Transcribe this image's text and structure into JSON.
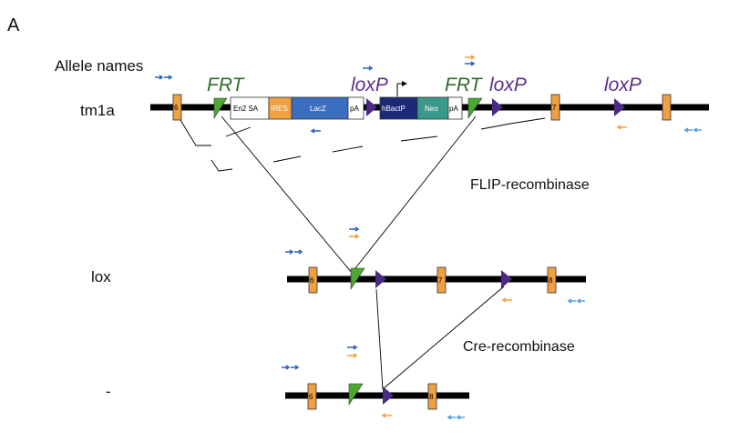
{
  "panel_label": "A",
  "allele_names_heading": "Allele names",
  "alleles": {
    "tm1a": "tm1a",
    "lox": "lox",
    "null": "-"
  },
  "site_labels": {
    "frt_1": "FRT",
    "loxp_1": "loxP",
    "frt_2": "FRT",
    "loxp_2": "loxP",
    "loxp_3": "loxP"
  },
  "cassette": {
    "en2_sa": "En2 SA",
    "ires": "IRES",
    "lacz": "LacZ",
    "pa_1": "pA",
    "hbactp": "hBactP",
    "neo": "Neo",
    "pa_2": "pA"
  },
  "exons": {
    "tm1a_e6": "6",
    "tm1a_e7": "7",
    "lox_e6": "6",
    "lox_e7": "7",
    "lox_e8": "8",
    "null_e6": "6",
    "null_e8": "8"
  },
  "recombinases": {
    "flip": "FLIP-recombinase",
    "cre": "Cre-recombinase"
  },
  "colors": {
    "exon": "#F0A040",
    "frt": "#4DA832",
    "loxp": "#4B2A85",
    "frt_text": "#2F6B2A",
    "loxp_text": "#5A2D8A",
    "lacz": "#3C6EBF",
    "ires": "#F0A040",
    "hbactp": "#1B2A78",
    "neo": "#3A9A8A",
    "primer_blue": "#2E64B8",
    "primer_orange": "#F0A040",
    "primer_light_blue": "#5AA0E0"
  }
}
